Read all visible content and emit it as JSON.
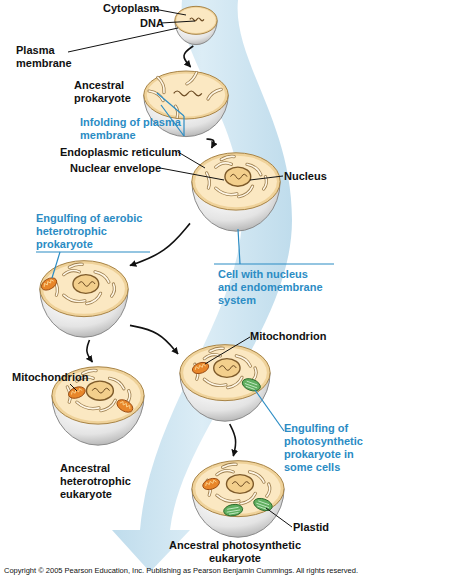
{
  "diagram": {
    "nodes": [
      {
        "text": [
          "Ancestral prokaryote"
        ]
      },
      {
        "text": [
          "Infolding of plasma membrane"
        ]
      },
      {
        "text": [
          "Cell with nucleus and endomembrane system"
        ]
      },
      {
        "text": [
          "Engulfing of aerobic heterotrophic prokaryote"
        ]
      },
      {
        "text": [
          "Ancestral heterotrophic eukaryote"
        ]
      },
      {
        "text": [
          "Engulfing of photosynthetic prokaryote in some cells"
        ]
      },
      {
        "text": [
          "Ancestral photosynthetic eukaryote"
        ]
      }
    ],
    "edges": [
      {
        "from": 0,
        "to": 1,
        "arrow": "to"
      },
      {
        "from": 1,
        "to": 2,
        "arrow": "to"
      },
      {
        "from": 2,
        "to": 3,
        "arrow": "to"
      },
      {
        "from": 3,
        "to": 4,
        "arrow": "to"
      },
      {
        "from": 3,
        "to": 5,
        "arrow": "to"
      },
      {
        "from": 5,
        "to": 6,
        "arrow": "to"
      }
    ],
    "labels": [
      "Cytoplasm",
      "DNA",
      "Plasma membrane",
      "Endoplasmic reticulum",
      "Nuclear envelope",
      "Nucleus",
      "Mitochondrion",
      "Mitochondrion",
      "Plastid",
      "Copyright © 2005 Pearson Education, Inc. Publishing as Pearson Benjamin Cummings. All rights reserved."
    ]
  }
}
